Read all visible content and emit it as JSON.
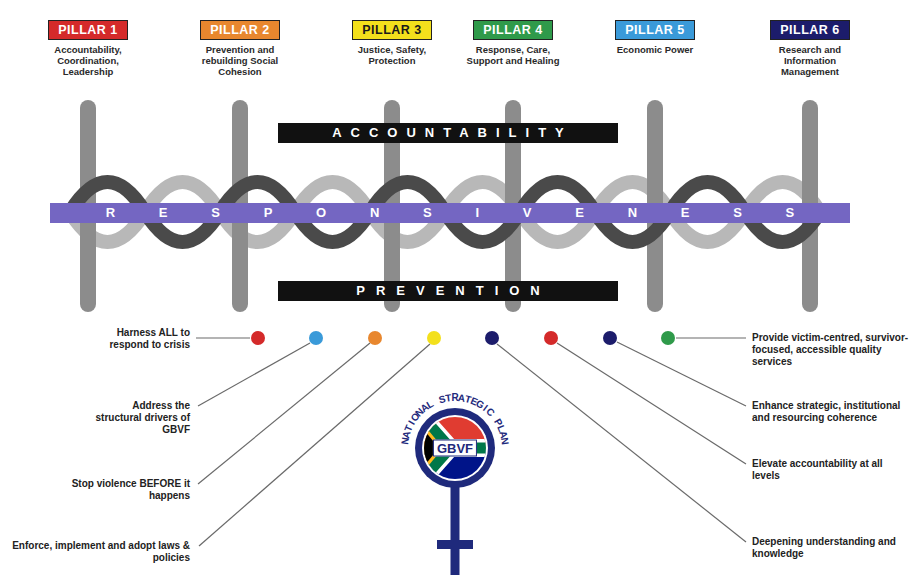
{
  "diagram": {
    "nodes": [
      {
        "text": [
          "PILLAR 1",
          "Accountability, Coordination, Leadership"
        ]
      },
      {
        "text": [
          "PILLAR 2",
          "Prevention and rebuilding Social Cohesion"
        ]
      },
      {
        "text": [
          "PILLAR 3",
          "Justice, Safety, Protection"
        ]
      },
      {
        "text": [
          "PILLAR 4",
          "Response, Care, Support and Healing"
        ]
      },
      {
        "text": [
          "PILLAR 5",
          "Economic Power"
        ]
      },
      {
        "text": [
          "PILLAR 6",
          "Research and Information Management"
        ]
      },
      {
        "text": [
          "ACCOUNTABILITY"
        ]
      },
      {
        "text": [
          "RESPONSIVENESS"
        ]
      },
      {
        "text": [
          "PREVENTION"
        ]
      },
      {
        "text": [
          "NATIONAL STRATEGIC PLAN",
          "GBVF"
        ]
      }
    ],
    "labels": [
      "Harness ALL to respond to crisis",
      "Provide victim-centred, survivor-focused, accessible quality services",
      "Address the structural drivers of GBVF",
      "Enhance strategic, institutional and resourcing coherence",
      "Stop violence BEFORE it happens",
      "Elevate accountability at all levels",
      "Enforce, implement and adopt laws & policies",
      "Deepening understanding and knowledge"
    ]
  }
}
